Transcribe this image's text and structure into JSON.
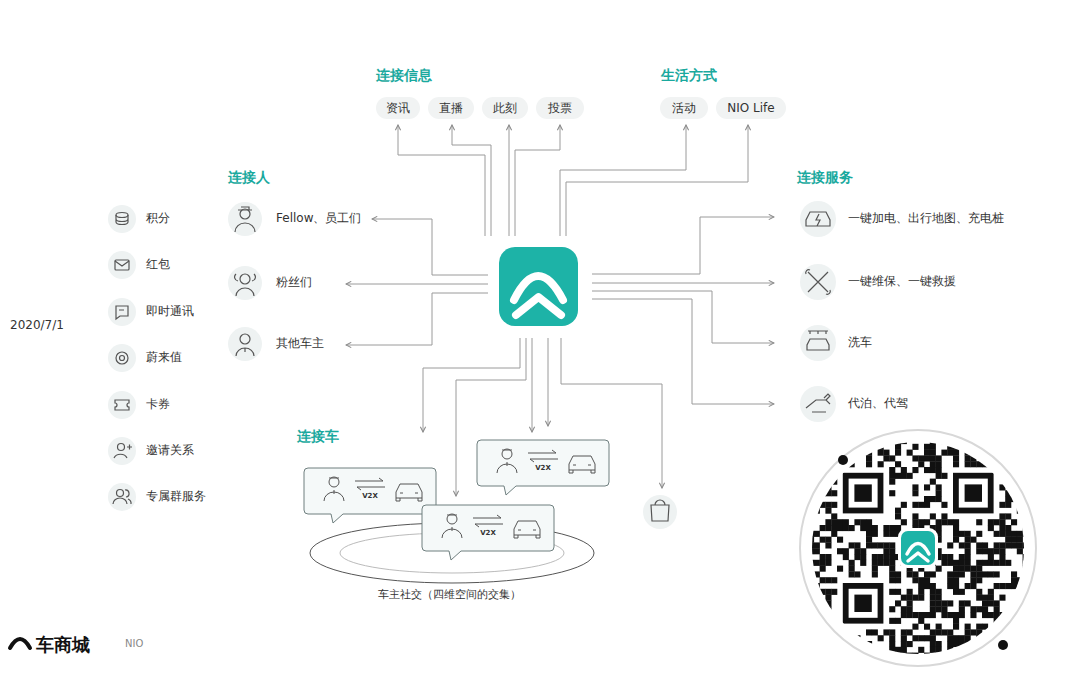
{
  "diagram": {
    "nodes": [
      {
        "text": [
          "资讯"
        ]
      },
      {
        "text": [
          "直播"
        ]
      },
      {
        "text": [
          "此刻"
        ]
      },
      {
        "text": [
          "投票"
        ]
      },
      {
        "text": [
          "活动"
        ]
      },
      {
        "text": [
          "NIO Life"
        ]
      },
      {
        "text": [
          "V2X"
        ]
      },
      {
        "text": [
          "V2X"
        ]
      },
      {
        "text": [
          "V2X"
        ]
      }
    ],
    "labels": [
      "连接信息",
      "生活方式",
      "连接人",
      "积分",
      "红包",
      "即时通讯",
      "蔚来值",
      "卡券",
      "邀请关系",
      "专属群服务",
      "Fellow、员工们",
      "粉丝们",
      "其他车主",
      "连接服务",
      "一键加电、出行地图、充电桩",
      "一键维保、一键救援",
      "洗车",
      "代泊、代驾",
      "连接车",
      "车主社交（四维空间的交集）",
      "车商城",
      "NIO",
      "2020/7/1"
    ]
  }
}
